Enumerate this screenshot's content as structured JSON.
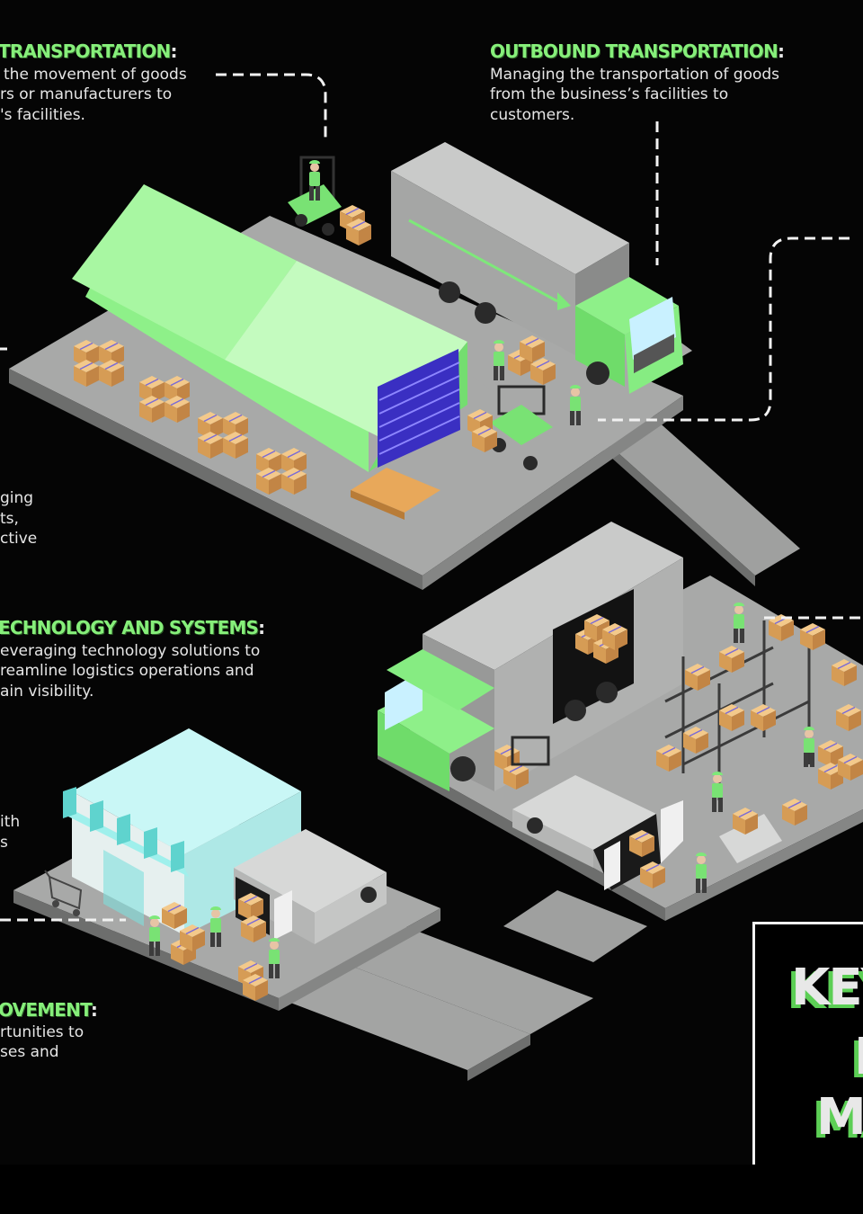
{
  "colors": {
    "accent": "#86ef7a",
    "background": "#050505",
    "road": "#a9aaa9",
    "text": "#e6e6e6"
  },
  "sections": {
    "inbound": {
      "heading": "TRANSPORTATION",
      "colon": ":",
      "lines": [
        "the movement of goods",
        "rs or manufacturers to",
        "'s facilities."
      ]
    },
    "outbound": {
      "heading": "OUTBOUND TRANSPORTATION",
      "colon": ":",
      "lines": [
        "Managing the transportation of goods",
        "from the business’s facilities to",
        "customers."
      ]
    },
    "packaging": {
      "lines": [
        "ging",
        "ts,",
        "ctive"
      ]
    },
    "technology": {
      "heading": "ECHNOLOGY AND SYSTEMS",
      "colon": ":",
      "lines": [
        "everaging technology solutions to",
        "reamline logistics operations and",
        "ain visibility."
      ]
    },
    "retail": {
      "lines": [
        "ith",
        "s"
      ]
    },
    "improvement": {
      "heading": "OVEMENT",
      "colon": ":",
      "lines": [
        "rtunities to",
        "ses and"
      ]
    }
  },
  "title": {
    "line1": "KEY",
    "line2": "L",
    "line3": "MA"
  },
  "icons": [
    "warehouse-icon",
    "forklift-icon",
    "truck-icon",
    "van-icon",
    "store-icon",
    "shopping-cart-icon",
    "box-icon",
    "worker-icon",
    "shelf-icon"
  ]
}
